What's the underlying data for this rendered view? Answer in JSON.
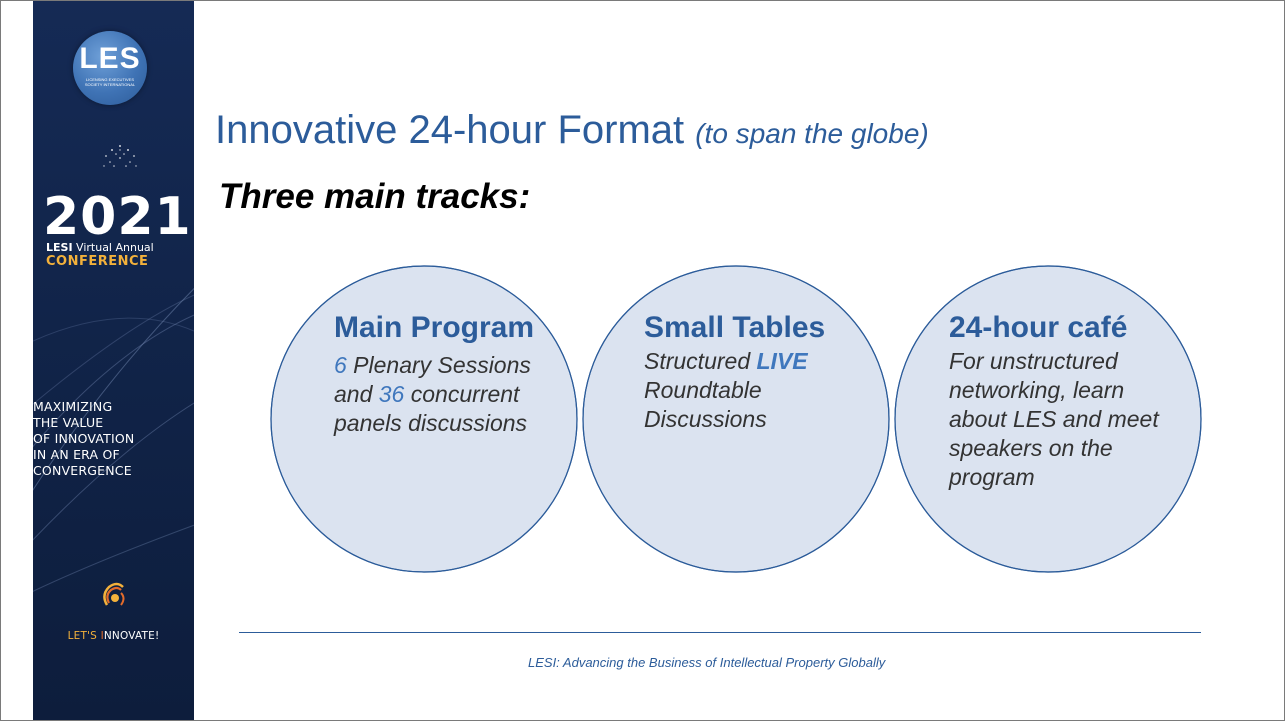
{
  "colors": {
    "sidebar_bg": "#112449",
    "title_blue": "#2c5c9a",
    "accent_orange": "#f3b13b",
    "circle_fill": "#dbe3f0",
    "circle_overlap": "#b8c8e3"
  },
  "sidebar": {
    "logo_text": "LES",
    "logo_subtext": "LICENSING EXECUTIVES SOCIETY INTERNATIONAL",
    "year": "2021",
    "conference_line1_bold": "LESI",
    "conference_line1_rest": " Virtual Annual",
    "conference_line2": "CONFERENCE",
    "tagline": [
      "MAXIMIZING",
      "THE VALUE",
      "OF INNOVATION",
      "IN AN ERA OF",
      "CONVERGENCE"
    ],
    "innovate_l": "LET'S ",
    "innovate_i": "I",
    "innovate_rest": "NNOVATE!"
  },
  "slide": {
    "title_main": "Innovative 24-hour Format ",
    "title_italic": "(to span the globe)",
    "subtitle": "Three main tracks:",
    "footer": "LESI: Advancing the Business of Intellectual Property Globally"
  },
  "tracks": {
    "main_program": {
      "title": "Main Program",
      "num1": "6",
      "text1": " Plenary Sessions",
      "text2a": "and ",
      "num2": "36",
      "text2b": " concurrent",
      "text3": "panels discussions"
    },
    "small_tables": {
      "title": "Small Tables",
      "line1a": "Structured ",
      "line1_live": "LIVE",
      "line2": "Roundtable",
      "line3": "Discussions"
    },
    "cafe": {
      "title": "24-hour café",
      "lines": [
        "For unstructured",
        "networking, learn",
        "about LES and meet",
        "speakers on the",
        "program"
      ]
    }
  }
}
